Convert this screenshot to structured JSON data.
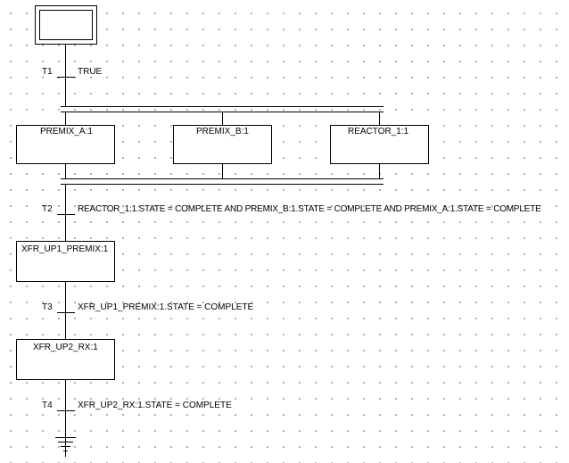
{
  "initial_step": {},
  "transitions": [
    {
      "id": "T1",
      "condition": "TRUE"
    },
    {
      "id": "T2",
      "condition": "REACTOR_1:1.STATE = COMPLETE AND PREMIX_B:1.STATE = COMPLETE AND PREMIX_A:1.STATE = COMPLETE"
    },
    {
      "id": "T3",
      "condition": "XFR_UP1_PREMIX:1.STATE = COMPLETE"
    },
    {
      "id": "T4",
      "condition": "XFR_UP2_RX:1.STATE = COMPLETE"
    }
  ],
  "parallel_steps": [
    {
      "label": "PREMIX_A:1"
    },
    {
      "label": "PREMIX_B:1"
    },
    {
      "label": "REACTOR_1:1"
    }
  ],
  "steps": [
    {
      "label": "XFR_UP1_PREMIX:1"
    },
    {
      "label": "XFR_UP2_RX:1"
    }
  ]
}
